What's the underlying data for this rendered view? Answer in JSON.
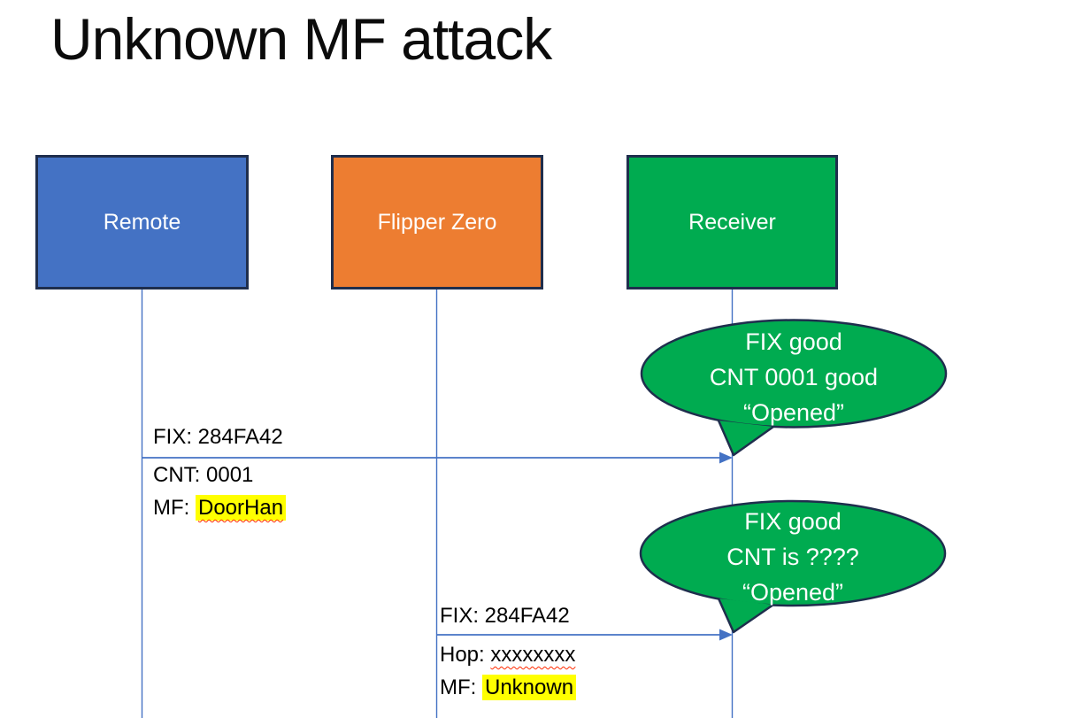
{
  "slide": {
    "title": "Unknown MF attack"
  },
  "actors": {
    "remote": {
      "label": "Remote"
    },
    "flipper": {
      "label": "Flipper Zero"
    },
    "receiver": {
      "label": "Receiver"
    }
  },
  "message1": {
    "line_above": "FIX: 284FA42",
    "line2": "CNT: 0001",
    "line3_prefix": "MF: ",
    "line3_value": "DoorHan"
  },
  "message2": {
    "line_above": "FIX: 284FA42",
    "line2_prefix": "Hop: ",
    "line2_value": "xxxxxxxx",
    "line3_prefix": "MF: ",
    "line3_value": "Unknown"
  },
  "bubble1": {
    "line1": "FIX good",
    "line2": "CNT 0001 good",
    "line3": "“Opened”"
  },
  "bubble2": {
    "line1": "FIX good",
    "line2": "CNT is ????",
    "line3": "“Opened”"
  },
  "colors": {
    "remote_fill": "#4472C4",
    "flipper_fill": "#ED7D31",
    "receiver_fill": "#00AB50",
    "bubble_fill": "#00AB50",
    "shape_outline": "#1F2E4D",
    "connector_blue": "#4472C4",
    "highlight_yellow": "#FFFF00",
    "squiggle_red": "#FF2A00",
    "text_black": "#000000",
    "text_white": "#FFFFFF"
  }
}
